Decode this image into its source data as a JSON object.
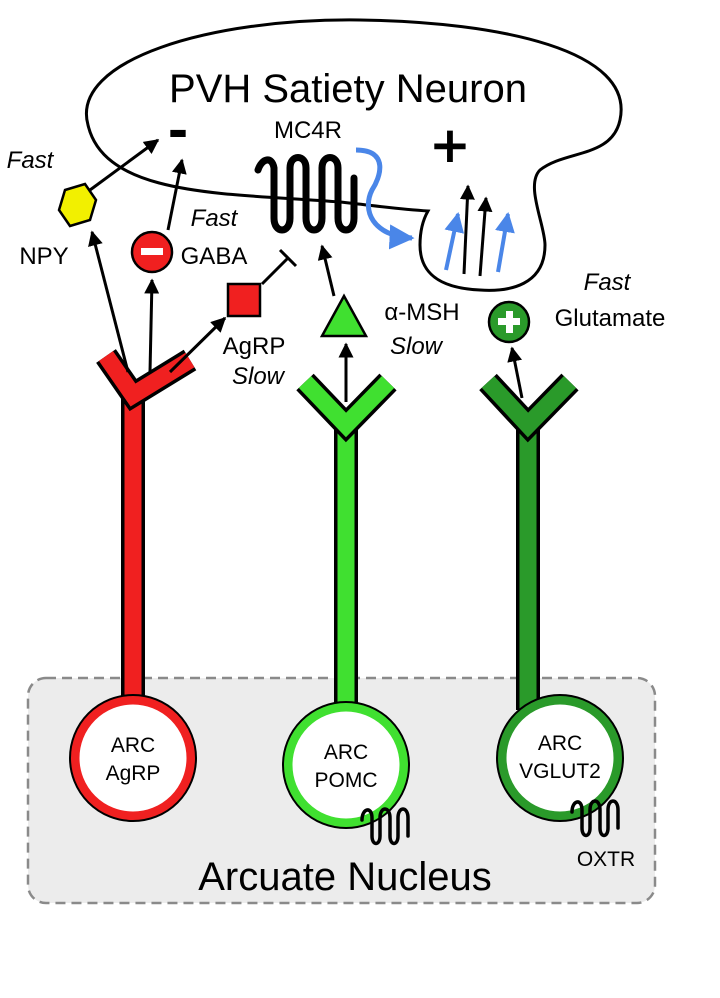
{
  "title": "PVH Satiety Neuron",
  "nucleus_label": "Arcuate Nucleus",
  "receptor_label": "MC4R",
  "minus_sign": "-",
  "plus_sign": "+",
  "labels": {
    "npy": "NPY",
    "npy_speed": "Fast",
    "gaba": "GABA",
    "gaba_speed": "Fast",
    "agrp": "AgRP",
    "agrp_speed": "Slow",
    "msh": "α-MSH",
    "msh_speed": "Slow",
    "glutamate": "Glutamate",
    "glutamate_speed": "Fast",
    "oxtr": "OXTR"
  },
  "cells": [
    {
      "line1": "ARC",
      "line2": "AgRP"
    },
    {
      "line1": "ARC",
      "line2": "POMC"
    },
    {
      "line1": "ARC",
      "line2": "VGLUT2"
    }
  ],
  "colors": {
    "agrp_red": "#f02020",
    "pomc_green": "#40e030",
    "vglut_green": "#2a9a2a",
    "npy_yellow": "#f2f000",
    "blue_arrow": "#4a86e8",
    "nucleus_bg": "#ececec"
  }
}
